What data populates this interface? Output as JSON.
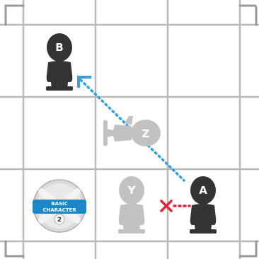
{
  "colors": {
    "grid_line": "#b9b9b9",
    "grid_corner": "#999999",
    "active_figure": "#333333",
    "ghost_figure": "#c2c2c2",
    "line_of_sight": "#3a9fd8",
    "blocked_line": "#e0263a",
    "corner_marker": "#3a9fd8",
    "token_band": "#1b87c9"
  },
  "board": {
    "columns": 4,
    "rows": 4
  },
  "figures": [
    {
      "label": "B",
      "state": "active"
    },
    {
      "label": "Z",
      "state": "ghost",
      "pose": "prone"
    },
    {
      "label": "Y",
      "state": "ghost"
    },
    {
      "label": "A",
      "state": "active"
    }
  ],
  "token": {
    "line1": "BASIC",
    "line2": "CHARACTER",
    "number": "2"
  },
  "annotations": {
    "line_of_sight": "dotted-blue",
    "blocked_line": "dotted-red",
    "blocked_marker": "cross",
    "corner_marker": "corner-bracket"
  }
}
